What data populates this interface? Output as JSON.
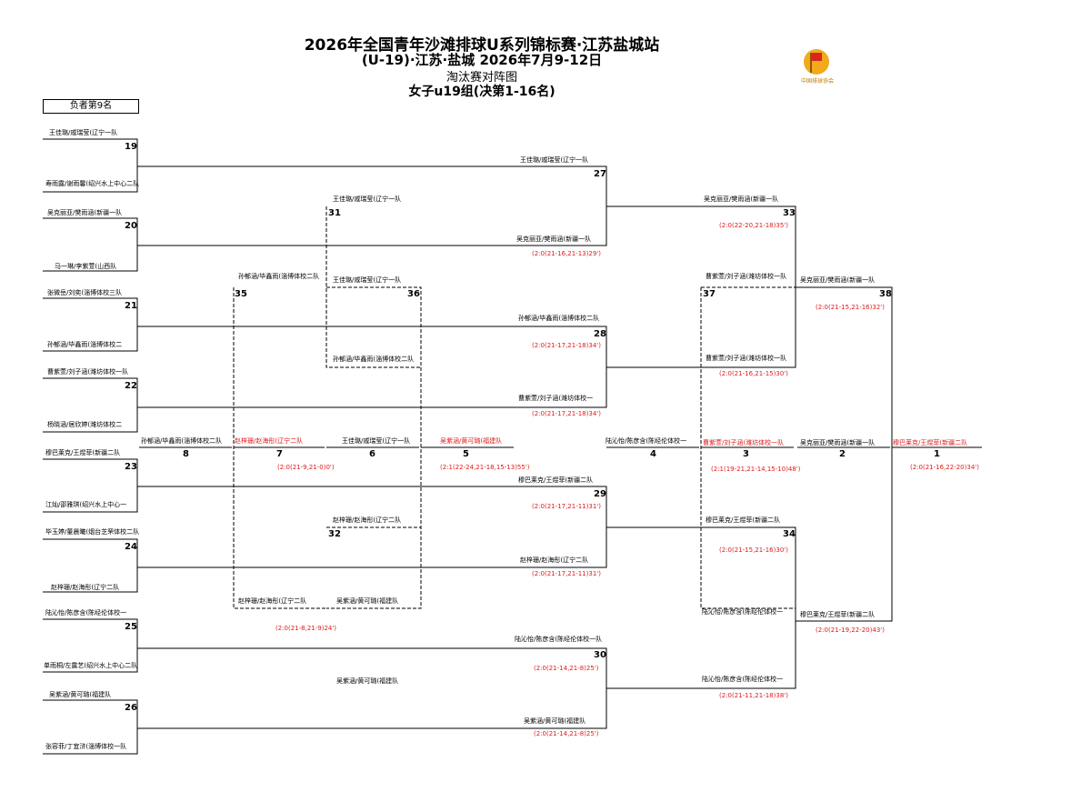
{
  "header": {
    "title": "2026年全国青年沙滩排球U系列锦标赛·江苏盐城站",
    "subtitle": "(U-19)·江苏·盐城    2026年7月9-12日",
    "chart_name": "淘汰赛对阵图",
    "group": "女子u19组(决第1-16名)",
    "logo_text": "中国排球协会"
  },
  "loser_label": "负者第9名",
  "left_teams": [
    [
      "王佳璐/戚瑞莹(辽宁一队",
      "寿雨露/谢雨馨(绍兴水上中心二队"
    ],
    [
      "吴克丽亚/樊雨涵(新疆一队",
      "马一琳/李紫萱(山西队"
    ],
    [
      "张微岳/刘奕(淄博体校三队",
      "孙郁涵/毕鑫雨(淄博体校二"
    ],
    [
      "曹紫萱/刘子涵(潍坊体校一队",
      "杨晓涵/居欣婷(潍坊体校二"
    ],
    [
      "穆巴莱克/王煜菲(新疆二队",
      "江灿/邵雅琪(绍兴水上中心一"
    ],
    [
      "毕玉婷/董晨曦(烟台芝罘体校二队",
      "赵梓珊/赵海彤(辽宁二队"
    ],
    [
      "陆沁怡/陈彦含(陈经伦体校一",
      "单雨桐/左露艺(绍兴水上中心二队"
    ],
    [
      "吴紫涵/黄可璐(福建队",
      "张容菲/丁宜浒(淄博体校一队"
    ]
  ],
  "match_numbers": {
    "m19": "19",
    "m20": "20",
    "m21": "21",
    "m22": "22",
    "m23": "23",
    "m24": "24",
    "m25": "25",
    "m26": "26",
    "m27": "27",
    "m28": "28",
    "m29": "29",
    "m30": "30",
    "m31": "31",
    "m32": "32",
    "m33": "33",
    "m34": "34",
    "m35": "35",
    "m36": "36",
    "m37": "37",
    "m38": "38"
  },
  "r2": {
    "w19": "王佳璐/戚瑞莹(辽宁一队",
    "w20": "吴克丽亚/樊雨涵(新疆一队",
    "w21": "孙郁涵/毕鑫雨(淄博体校二队",
    "w22": "曹紫萱/刘子涵(潍坊体校一",
    "w23": "穆巴莱克/王煜菲(新疆二队",
    "w24": "赵梓珊/赵海彤(辽宁二队",
    "w25": "陆沁怡/陈彦含(陈经伦体校一队",
    "w26": "吴紫涵/黄可璐(福建队",
    "s27": "(2:0(21-16,21-13)29')",
    "s28": "(2:0(21-17,21-18)34')",
    "s29": "(2:0(21-17,21-11)31')",
    "s30": "(2:0(21-14,21-8)25')"
  },
  "r3": {
    "l31a": "王佳璐/戚瑞莹(辽宁一队",
    "l31b": "孙郁涵/毕鑫雨(淄博体校二队",
    "l32a": "赵梓珊/赵海彤(辽宁二队",
    "l32b": "吴紫涵/黄可璐(福建队",
    "w27": "王佳璐/戚瑞莹(辽宁一队",
    "w28": "孙郁涵/毕鑫雨(淄博体校二队",
    "w29": "穆巴莱克/王煜菲(新疆二队",
    "w30": "陆沁怡/陈彦含(陈经伦体校一队",
    "r33a": "吴克丽亚/樊雨涵(新疆一队",
    "r33b": "吴克丽亚/樊雨涵(新疆一队",
    "r33c": "曹紫萱/刘子涵(潍坊体校一队",
    "r34a": "穆巴莱克/王煜菲(新疆二队",
    "r34b": "陆沁怡/陈彦含(陈经伦体校一",
    "s33": "(2:0(22-20,21-18)35')",
    "s34": "(2:0(21-15,21-16)30')",
    "s37a": "(2:0(21-16,21-15)30')",
    "s37b": "(2:0(21-11,21-18)38')"
  },
  "consolation": {
    "a35": "孙郁涵/毕鑫雨(淄博体校二队",
    "a36": "王佳璐/戚瑞莹(辽宁一队",
    "b35": "赵梓珊/赵海彤(辽宁二队",
    "b36": "吴紫涵/黄可璐(福建队",
    "s35": "(2:0(21-8,21-9)24')",
    "a37": "曹紫萱/刘子涵(潍坊体校一队",
    "b37": "陆沁怡/陈彦含(陈经伦体校一",
    "a38": "吴克丽亚/樊雨涵(新疆一队",
    "b38": "穆巴莱克/王煜菲(新疆二队",
    "s38a": "(2:0(21-15,21-16)32')",
    "s38b": "(2:0(21-19,22-20)43')"
  },
  "placings": {
    "p8": "孙郁涵/毕鑫雨(淄博体校二队",
    "p7": "赵梓珊/赵海彤(辽宁二队",
    "p6": "王佳璐/戚瑞莹(辽宁一队",
    "p5": "吴紫涵/黄可璐(福建队",
    "p4": "陆沁怡/陈彦含(陈经伦体校一",
    "p3": "曹紫萱/刘子涵(潍坊体校一队",
    "p2": "吴克丽亚/樊雨涵(新疆一队",
    "p1": "穆巴莱克/王煜菲(新疆二队",
    "l8": "8",
    "l7": "7",
    "l6": "6",
    "l5": "5",
    "l4": "4",
    "l3": "3",
    "l2": "2",
    "l1": "1",
    "s7": "(2:0(21-9,21-0)0')",
    "s5": "(2:1(22-24,21-18,15-13)55')",
    "s3": "(2:1(19-21,21-14,15-10)48')",
    "s1": "(2:0(21-16,22-20)34')"
  },
  "colors": {
    "line": "#000000",
    "score": "#e0191c",
    "logo": "#f2a91c"
  }
}
